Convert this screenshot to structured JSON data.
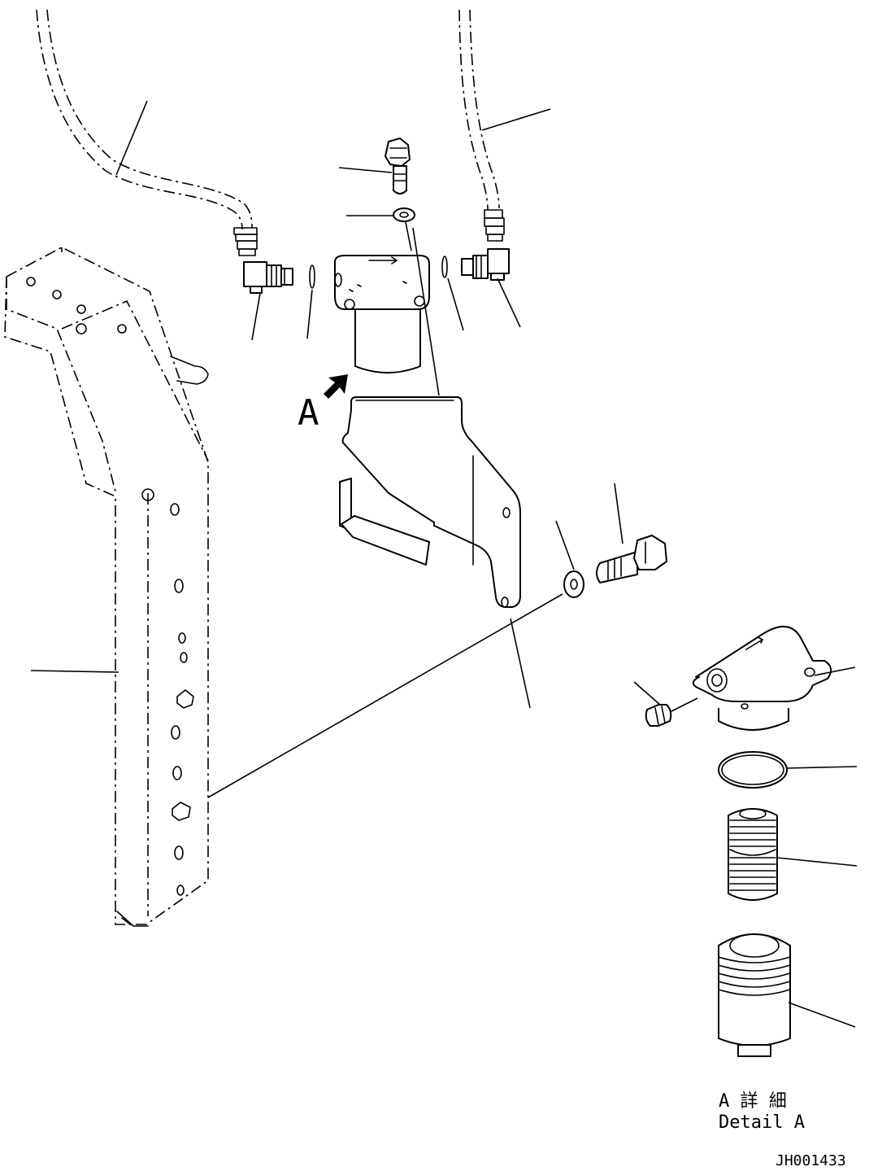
{
  "callout_letter": "A",
  "detail_label_jp": "A 詳 細",
  "detail_label_en": "Detail A",
  "drawing_number": "JH001433",
  "parts": [
    "left-hose",
    "right-hose",
    "upper-bolt",
    "upper-washer",
    "left-elbow-fitting",
    "left-o-ring",
    "filter-head",
    "right-o-ring",
    "right-elbow-fitting",
    "mounting-bracket",
    "side-washer",
    "side-bolt",
    "frame-post",
    "detail-filter-head",
    "detail-plug",
    "detail-o-ring",
    "detail-filter-element",
    "detail-filter-bowl"
  ]
}
